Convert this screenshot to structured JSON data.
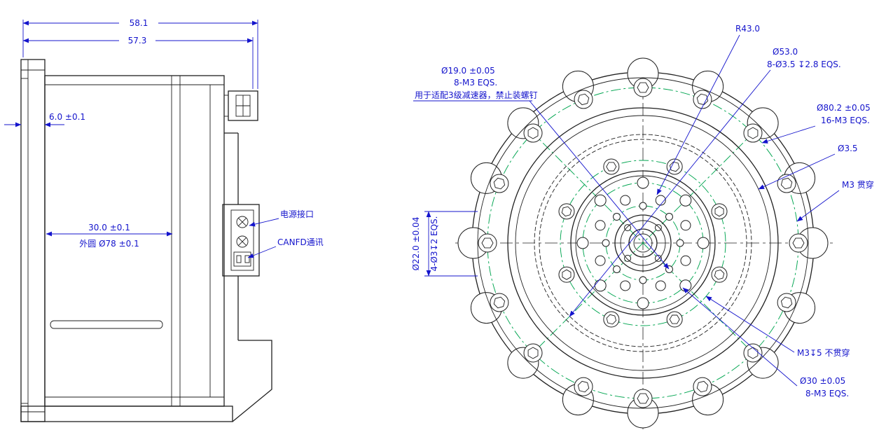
{
  "side_view": {
    "dims": {
      "total_width": "58.1",
      "body_width": "57.3",
      "flange": "6.0 ±0.1",
      "inner_width": "30.0 ±0.1",
      "outer_circle": "外圆 Ø78 ±0.1"
    },
    "labels": {
      "power": "电源接口",
      "canfd": "CANFD通讯"
    }
  },
  "front_view": {
    "dims": {
      "r43": "R43.0",
      "d53": "Ø53.0",
      "d53_holes": "8-Ø3.5 ↧2.8 EQS.",
      "d19": "Ø19.0 ±0.05",
      "d19_holes": "8-M3 EQS.",
      "d19_note": "用于适配3级减速器，禁止装螺钉",
      "d80": "Ø80.2 ±0.05",
      "d80_holes": "16-M3 EQS.",
      "d35": "Ø3.5",
      "m3_through": "M3 贯穿",
      "d22": "Ø22.0 ±0.04",
      "d22_holes": "4-Ø3↧2 EQS.",
      "m3_blind": "M3↧5 不贯穿",
      "d30": "Ø30 ±0.05",
      "d30_holes": "8-M3 EQS."
    }
  }
}
